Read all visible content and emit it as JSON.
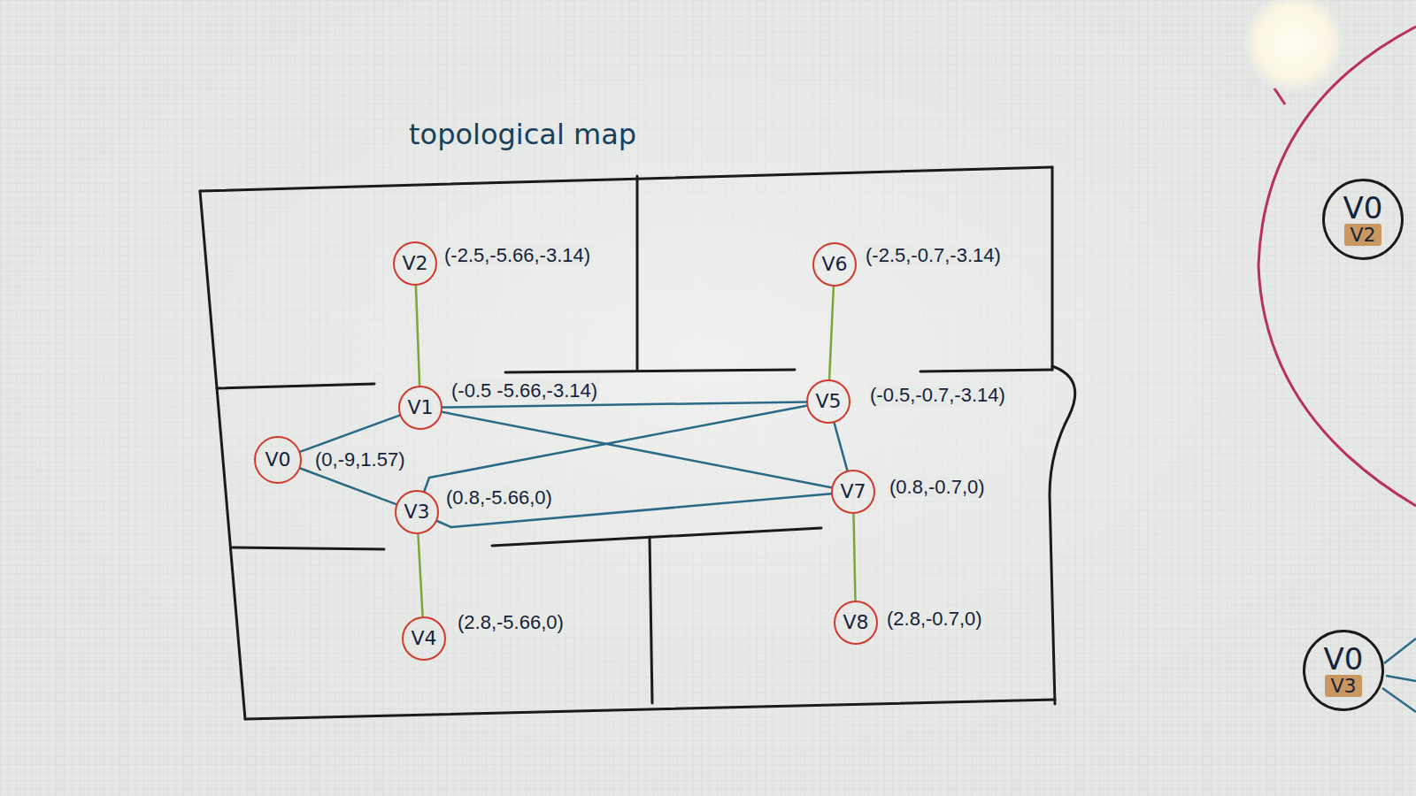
{
  "diagram": {
    "title": "topological map",
    "nodes": [
      {
        "text": [
          "V2"
        ]
      },
      {
        "text": [
          "V6"
        ]
      },
      {
        "text": [
          "V1"
        ]
      },
      {
        "text": [
          "V5"
        ]
      },
      {
        "text": [
          "V0"
        ]
      },
      {
        "text": [
          "V7"
        ]
      },
      {
        "text": [
          "V3"
        ]
      },
      {
        "text": [
          "V4"
        ]
      },
      {
        "text": [
          "V8"
        ]
      },
      {
        "text": [
          "V0",
          "V2"
        ]
      },
      {
        "text": [
          "V0",
          "V3"
        ]
      }
    ],
    "edges": [
      {
        "from": 2,
        "to": 0,
        "arrow": "none"
      },
      {
        "from": 4,
        "to": 2,
        "arrow": "none"
      },
      {
        "from": 4,
        "to": 6,
        "arrow": "none"
      },
      {
        "from": 2,
        "to": 3,
        "arrow": "none"
      },
      {
        "from": 2,
        "to": 5,
        "arrow": "none"
      },
      {
        "from": 6,
        "to": 3,
        "arrow": "none"
      },
      {
        "from": 6,
        "to": 5,
        "arrow": "none"
      },
      {
        "from": 3,
        "to": 5,
        "arrow": "none"
      },
      {
        "from": 3,
        "to": 1,
        "arrow": "none"
      },
      {
        "from": 5,
        "to": 8,
        "arrow": "none"
      },
      {
        "from": 6,
        "to": 7,
        "arrow": "none"
      }
    ],
    "labels": [
      "(-2.5,-5.66,-3.14)",
      "(-2.5,-0.7,-3.14)",
      "(-0.5 -5.66,-3.14)",
      "(-0.5,-0.7,-3.14)",
      "(0,-9,1.57)",
      "(0.8,-5.66,0)",
      "(0.8,-0.7,0)",
      "(2.8,-5.66,0)",
      "(2.8,-0.7,0)"
    ]
  }
}
